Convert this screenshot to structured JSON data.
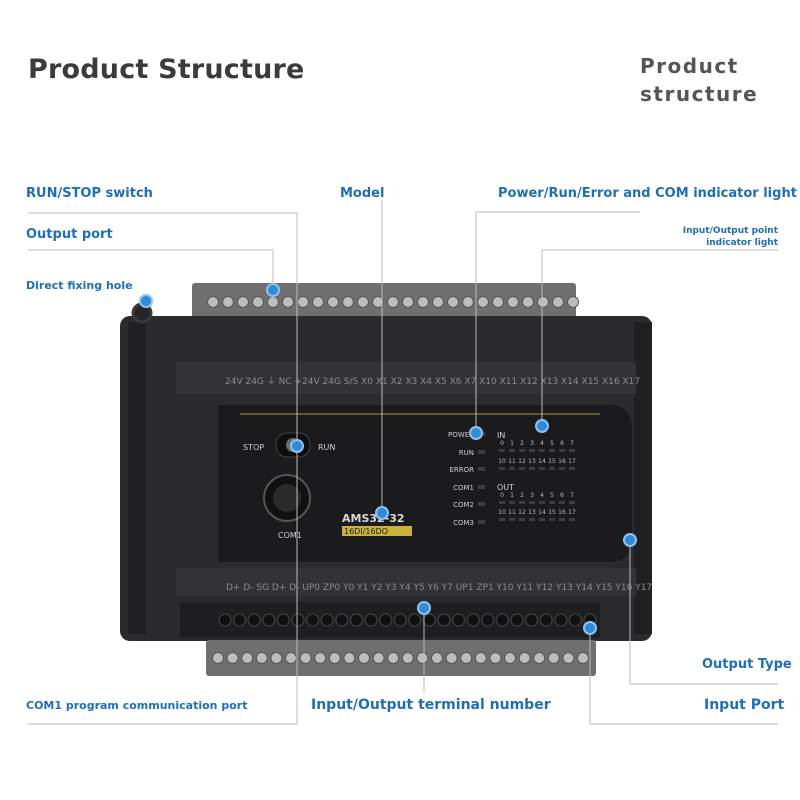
{
  "title": "Product Structure",
  "subtitle": [
    "Product",
    "structure"
  ],
  "colors": {
    "accent": "#1e6fb8",
    "device_body": "#2c2c2e",
    "terminal": "#7d7d7d",
    "marker": "#2f8ad8"
  },
  "labels": {
    "run_stop": "RUN/STOP switch",
    "output_port": "Output port",
    "fixing_hole": "Direct fixing hole",
    "model": "Model",
    "power_indicator": "Power/Run/Error and COM indicator light",
    "io_indicator": [
      "Input/Output point",
      "indicator light"
    ],
    "output_type": "Output Type",
    "input_port": "Input Port",
    "com1_port": "COM1 program communication port",
    "terminal_number": "Input/Output terminal number"
  },
  "device": {
    "model_text": "AMS32-32",
    "model_sub": "16DI/16DO",
    "switch_left": "STOP",
    "switch_right": "RUN",
    "com_label": "COM1",
    "status_labels": [
      "POWER",
      "RUN",
      "ERROR",
      "COM1",
      "COM2",
      "COM3"
    ],
    "in_label": "IN",
    "out_label": "OUT",
    "digits_row_a": [
      "0",
      "1",
      "2",
      "3",
      "4",
      "5",
      "6",
      "7"
    ],
    "digits_row_b": [
      "10",
      "11",
      "12",
      "13",
      "14",
      "15",
      "16",
      "17"
    ],
    "top_terminal_text": "24V 24G ⏚  NC +24V 24G S/S X0  X1  X2  X3  X4  X5  X6  X7  X10 X11 X12 X13 X14 X15 X16 X17",
    "bottom_terminal_text": "D+  D-  SG  D+  D-   UP0 ZP0 Y0  Y1  Y2  Y3  Y4  Y5   Y6  Y7  UP1 ZP1 Y10 Y11 Y12 Y13 Y14 Y15 Y16 Y17"
  }
}
